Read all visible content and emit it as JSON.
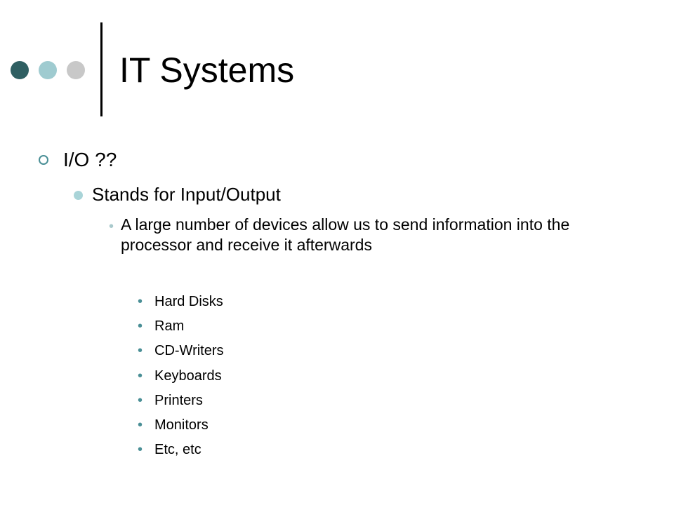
{
  "title": "IT Systems",
  "bullets": {
    "level1": "I/O ??",
    "level2": "Stands for Input/Output",
    "level3": "A large number of devices allow us to send information into the processor and receive it afterwards",
    "level4": [
      "Hard Disks",
      "Ram",
      "CD-Writers",
      "Keyboards",
      "Printers",
      "Monitors",
      "Etc, etc"
    ]
  },
  "colors": {
    "dot_dark": "#2f5f62",
    "dot_light": "#9fcbd0",
    "dot_grey": "#c8c8c8",
    "bullet_accent": "#4a8f96"
  }
}
